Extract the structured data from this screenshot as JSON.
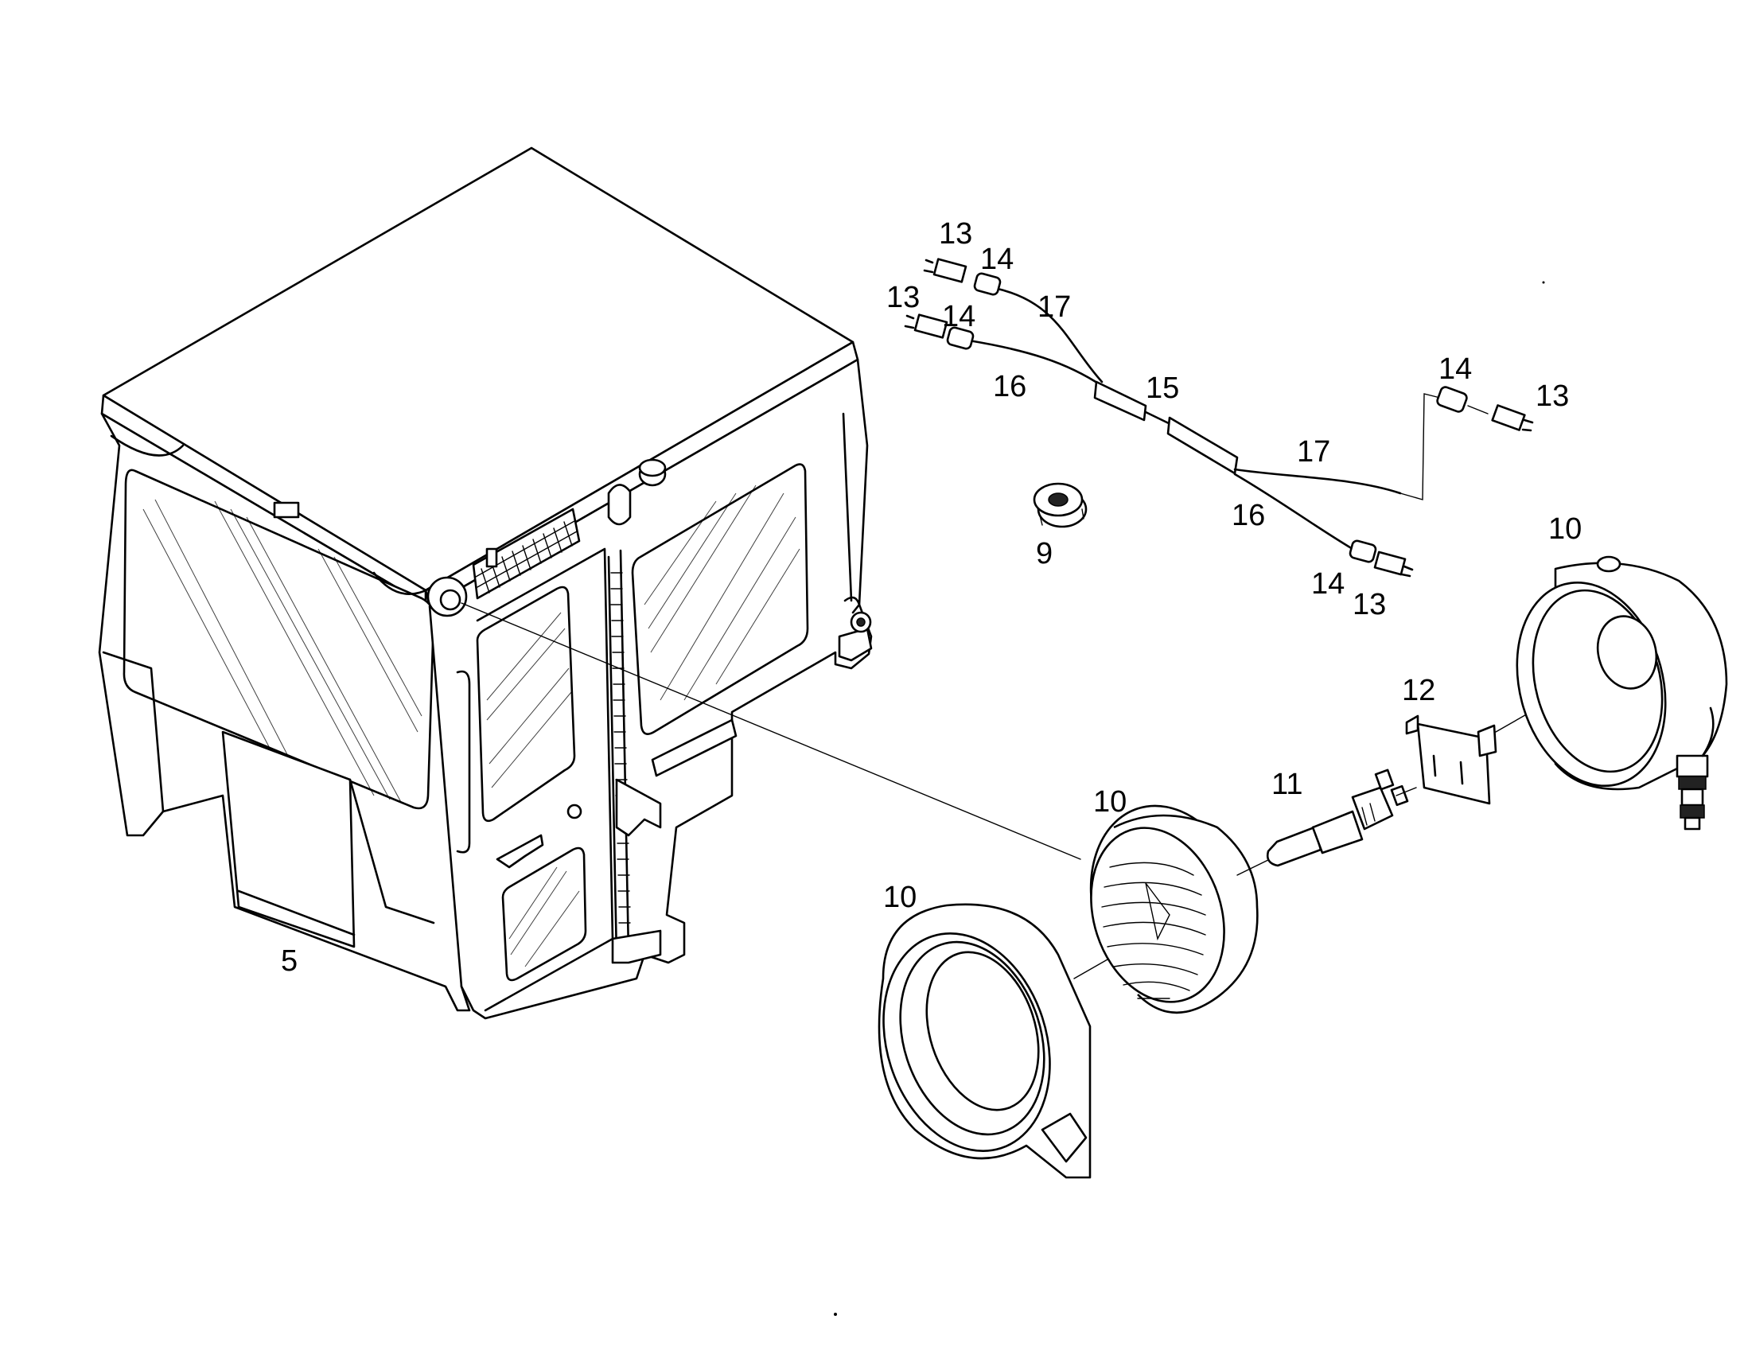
{
  "diagram": {
    "callouts": {
      "c5": "5",
      "c9": "9",
      "c10a": "10",
      "c10b": "10",
      "c10c": "10",
      "c11": "11",
      "c12": "12",
      "c13a": "13",
      "c13b": "13",
      "c13c": "13",
      "c13d": "13",
      "c14a": "14",
      "c14b": "14",
      "c14c": "14",
      "c14d": "14",
      "c15": "15",
      "c16a": "16",
      "c16b": "16",
      "c17a": "17",
      "c17b": "17"
    },
    "colors": {
      "ink": "#000000",
      "paper": "#ffffff"
    }
  }
}
